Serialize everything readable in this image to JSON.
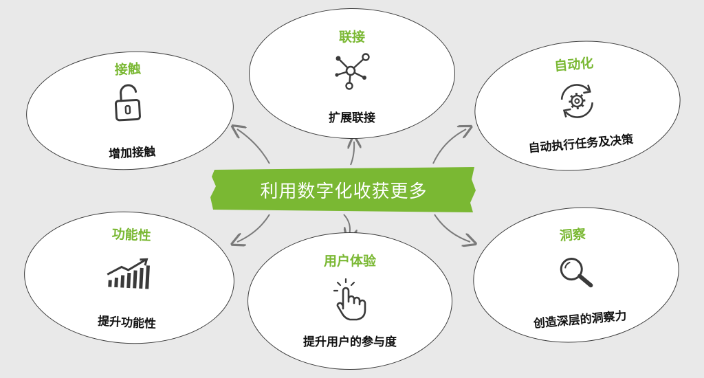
{
  "colors": {
    "accent": "#7ab833",
    "outline": "#3a3a3a",
    "background": "#e9e9e9",
    "arrow": "#7a7a7a"
  },
  "center": {
    "label": "利用数字化收获更多"
  },
  "nodes": {
    "contact": {
      "title": "接触",
      "caption": "增加接触",
      "icon": "unlocked-padlock-icon"
    },
    "connect": {
      "title": "联接",
      "caption": "扩展联接",
      "icon": "network-nodes-icon"
    },
    "automate": {
      "title": "自动化",
      "caption": "自动执行任务及决策",
      "icon": "gear-cycle-icon"
    },
    "function": {
      "title": "功能性",
      "caption": "提升功能性",
      "icon": "rising-bar-chart-icon"
    },
    "ux": {
      "title": "用户体验",
      "caption": "提升用户的参与度",
      "icon": "tap-hand-icon"
    },
    "insight": {
      "title": "洞察",
      "caption": "创造深层的洞察力",
      "icon": "magnifier-icon"
    }
  }
}
